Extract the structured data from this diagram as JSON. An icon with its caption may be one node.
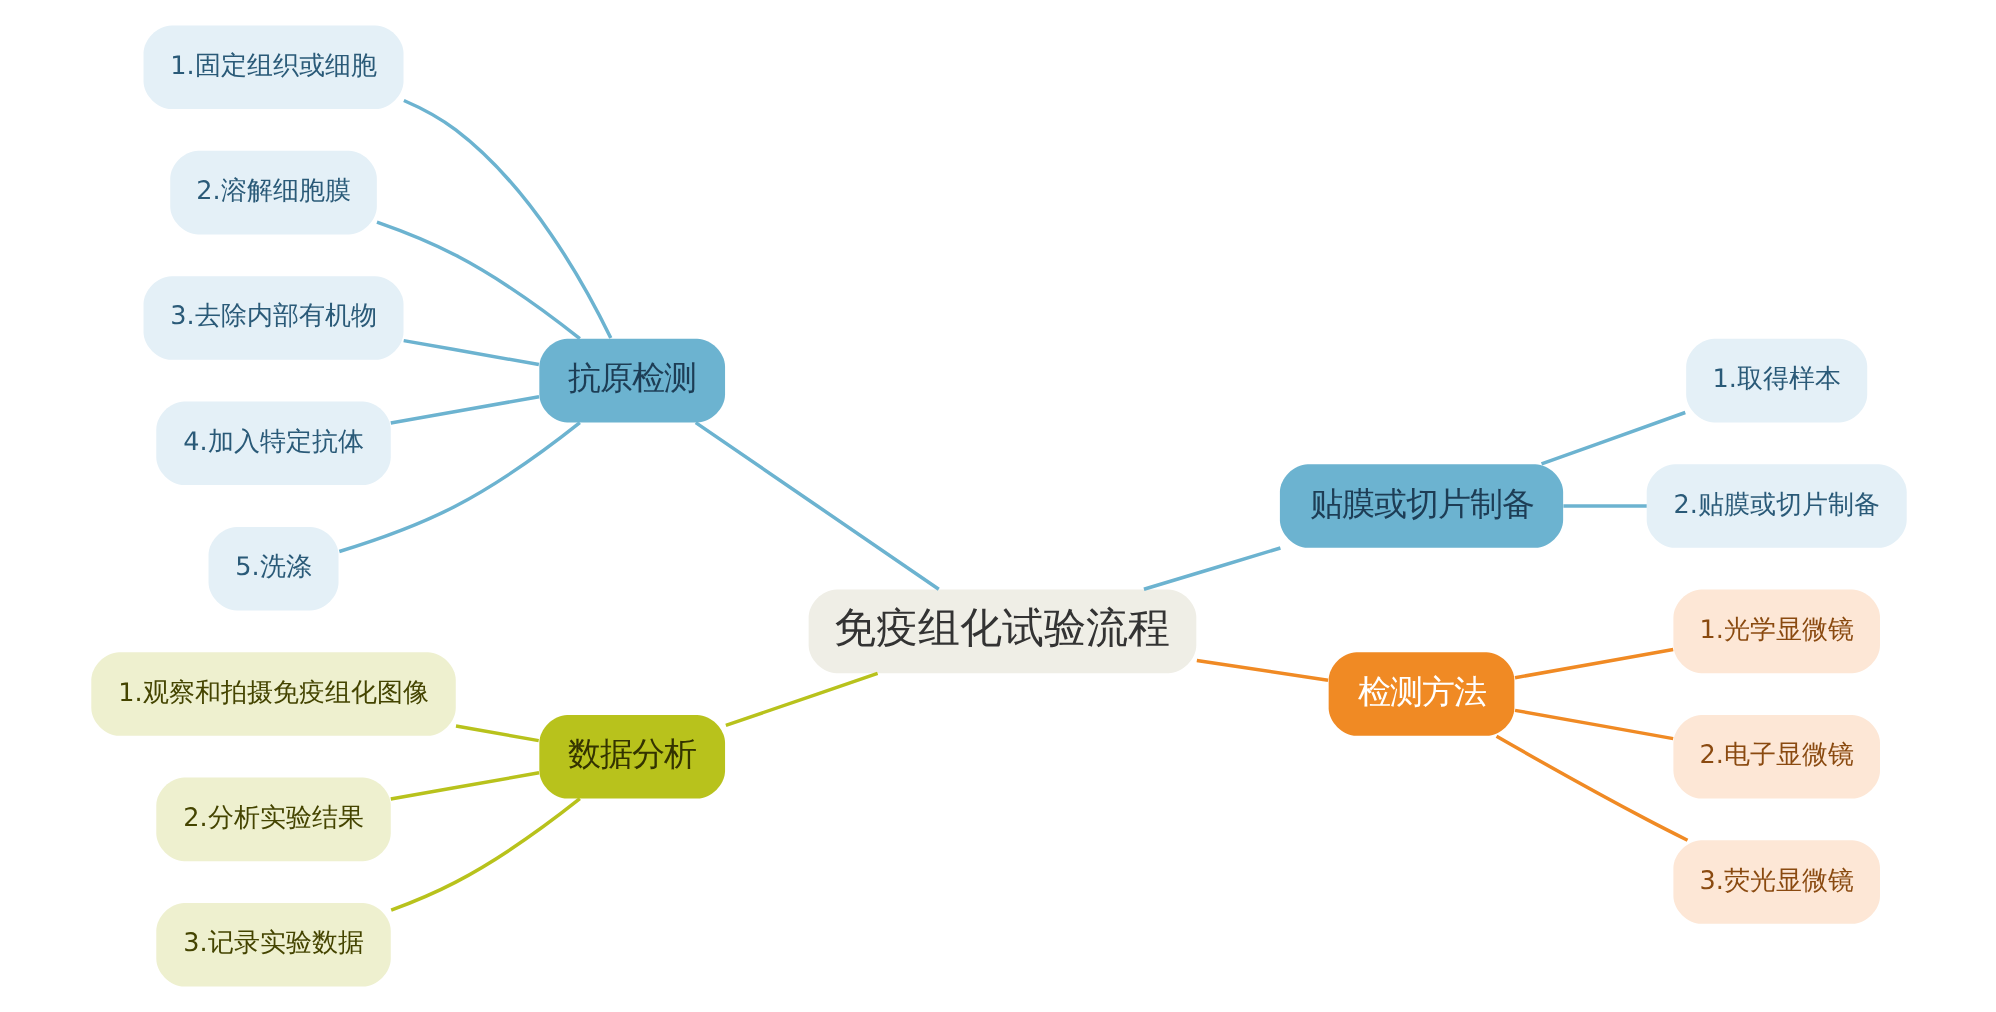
{
  "diagram": {
    "nodes": [
      {
        "text": [
          "免疫组化试验流程"
        ]
      },
      {
        "text": [
          "抗原检测"
        ]
      },
      {
        "text": [
          "1.固定组织或细胞"
        ]
      },
      {
        "text": [
          "2.溶解细胞膜"
        ]
      },
      {
        "text": [
          "3.去除内部有机物"
        ]
      },
      {
        "text": [
          "4.加入特定抗体"
        ]
      },
      {
        "text": [
          "5.洗涤"
        ]
      },
      {
        "text": [
          "数据分析"
        ]
      },
      {
        "text": [
          "1.观察和拍摄免疫组化图像"
        ]
      },
      {
        "text": [
          "2.分析实验结果"
        ]
      },
      {
        "text": [
          "3.记录实验数据"
        ]
      },
      {
        "text": [
          "贴膜或切片制备"
        ]
      },
      {
        "text": [
          "1.取得样本"
        ]
      },
      {
        "text": [
          "2.贴膜或切片制备"
        ]
      },
      {
        "text": [
          "检测方法"
        ]
      },
      {
        "text": [
          "1.光学显微镜"
        ]
      },
      {
        "text": [
          "2.电子显微镜"
        ]
      },
      {
        "text": [
          "3.荧光显微镜"
        ]
      }
    ],
    "edges": [
      {
        "from": 0,
        "to": 1,
        "arrow": "none",
        "color": "#6cb3d0"
      },
      {
        "from": 1,
        "to": 2,
        "arrow": "none",
        "color": "#6cb3d0"
      },
      {
        "from": 1,
        "to": 3,
        "arrow": "none",
        "color": "#6cb3d0"
      },
      {
        "from": 1,
        "to": 4,
        "arrow": "none",
        "color": "#6cb3d0"
      },
      {
        "from": 1,
        "to": 5,
        "arrow": "none",
        "color": "#6cb3d0"
      },
      {
        "from": 1,
        "to": 6,
        "arrow": "none",
        "color": "#6cb3d0"
      },
      {
        "from": 0,
        "to": 7,
        "arrow": "none",
        "color": "#b8c21c"
      },
      {
        "from": 7,
        "to": 8,
        "arrow": "none",
        "color": "#b8c21c"
      },
      {
        "from": 7,
        "to": 9,
        "arrow": "none",
        "color": "#b8c21c"
      },
      {
        "from": 7,
        "to": 10,
        "arrow": "none",
        "color": "#b8c21c"
      },
      {
        "from": 0,
        "to": 11,
        "arrow": "none",
        "color": "#6cb3d0"
      },
      {
        "from": 11,
        "to": 12,
        "arrow": "none",
        "color": "#6cb3d0"
      },
      {
        "from": 11,
        "to": 13,
        "arrow": "none",
        "color": "#6cb3d0"
      },
      {
        "from": 0,
        "to": 14,
        "arrow": "none",
        "color": "#f08a24"
      },
      {
        "from": 14,
        "to": 15,
        "arrow": "none",
        "color": "#f08a24"
      },
      {
        "from": 14,
        "to": 16,
        "arrow": "none",
        "color": "#f08a24"
      },
      {
        "from": 14,
        "to": 17,
        "arrow": "none",
        "color": "#f08a24"
      }
    ]
  }
}
